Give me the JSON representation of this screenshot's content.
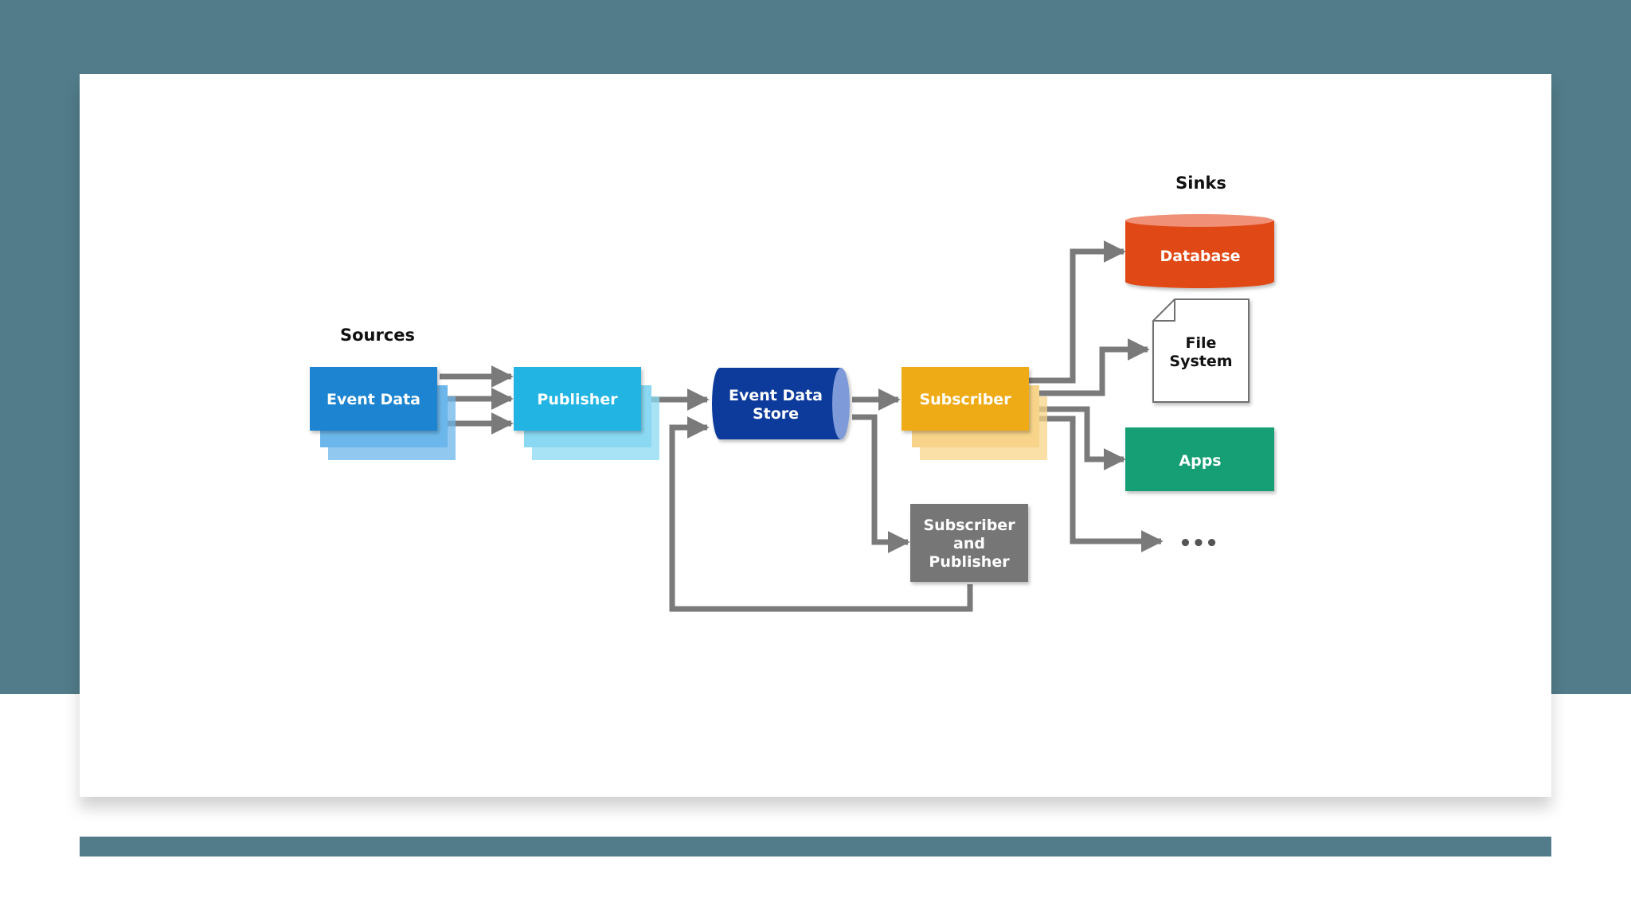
{
  "colors": {
    "band": "#527c8a",
    "event_data": "#1e84d0",
    "event_data_shadow": "#6bb6ea",
    "publisher": "#20b4e2",
    "publisher_shadow": "#8ad8f2",
    "store": "#0c3a9c",
    "subscriber": "#efab13",
    "subscriber_shadow": "#f8d48a",
    "subpub": "#767676",
    "database": "#e04813",
    "apps": "#139e75",
    "arrow": "#7a7a7a"
  },
  "diagram": {
    "sources_heading": "Sources",
    "sinks_heading": "Sinks",
    "event_data": "Event Data",
    "publisher": "Publisher",
    "store": [
      "Event Data",
      "Store"
    ],
    "subscriber": "Subscriber",
    "subpub": [
      "Subscriber",
      "and",
      "Publisher"
    ],
    "database": "Database",
    "file_system": [
      "File",
      "System"
    ],
    "apps": "Apps",
    "more": "•••"
  }
}
